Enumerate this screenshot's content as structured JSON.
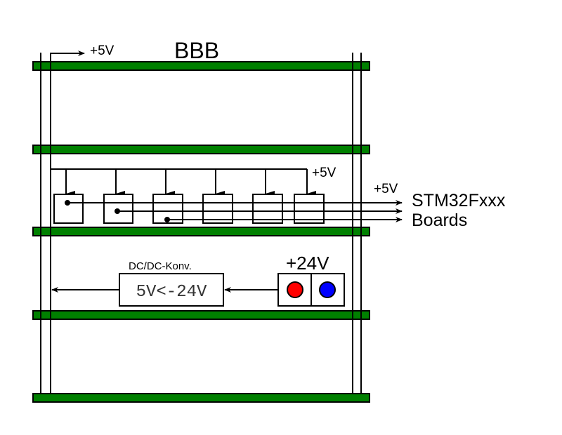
{
  "title": "BBB",
  "labels": {
    "top_supply": "+5V",
    "distribution_supply": "+5V",
    "output_supply": "+5V",
    "output_target_line1": "STM32Fxxx",
    "output_target_line2": "Boards",
    "converter_caption": "DC/DC-Konv.",
    "converter_text": "5V<-24V",
    "input_supply": "+24V"
  },
  "colors": {
    "board": "#008000",
    "outline": "#000000",
    "positive_terminal": "#ff0000",
    "negative_terminal": "#0000ff"
  },
  "boards": [
    "board-1",
    "board-2",
    "board-3",
    "board-4",
    "board-5"
  ],
  "switches": [
    {
      "id": "switch-1",
      "connected": true
    },
    {
      "id": "switch-2",
      "connected": true
    },
    {
      "id": "switch-3",
      "connected": true
    },
    {
      "id": "switch-4",
      "connected": false
    },
    {
      "id": "switch-5",
      "connected": false
    },
    {
      "id": "switch-6",
      "connected": false
    }
  ]
}
